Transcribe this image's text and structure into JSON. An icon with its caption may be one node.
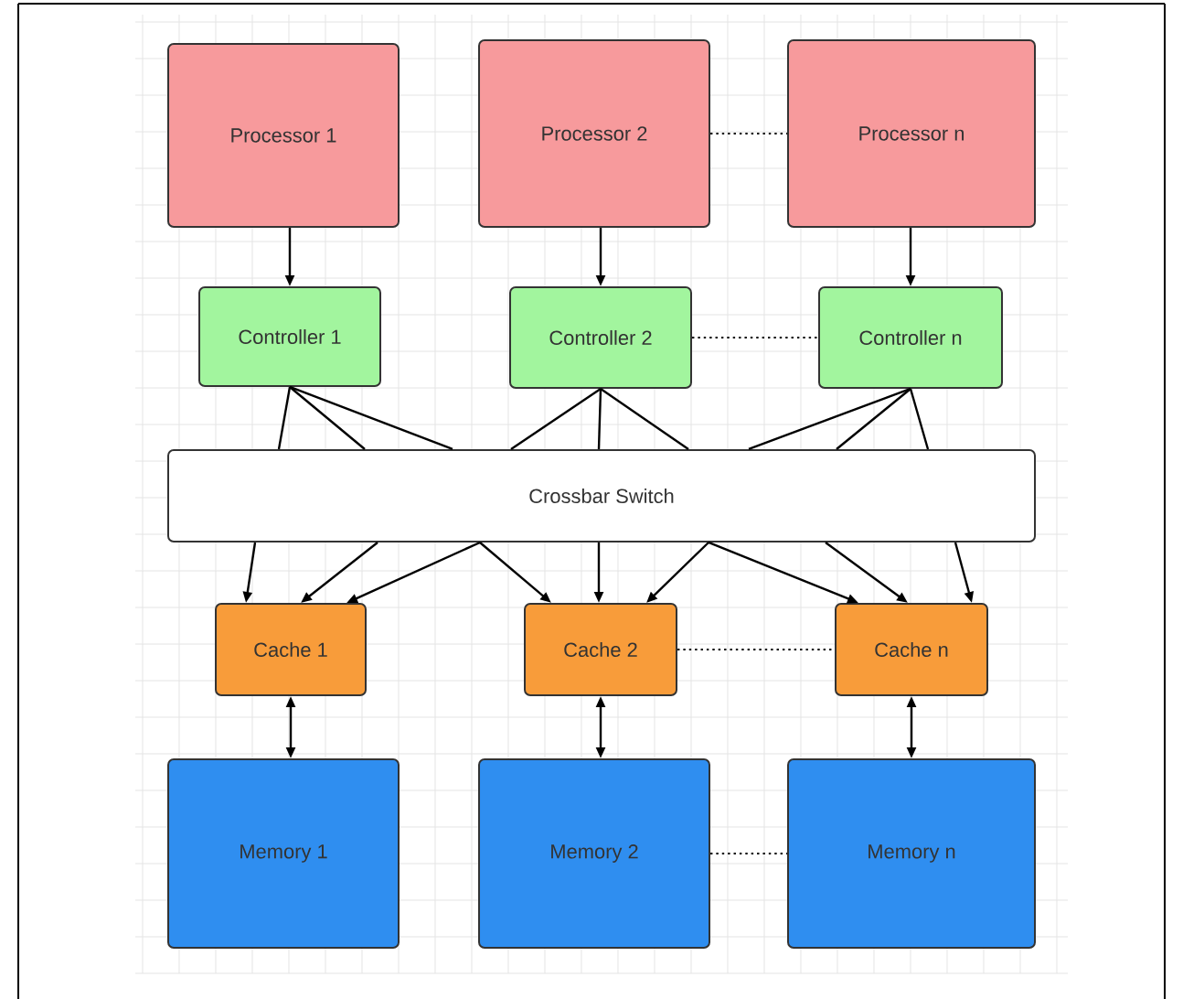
{
  "diagram": {
    "nodes": [
      {
        "text": [
          "Processor 1"
        ]
      },
      {
        "text": [
          "Processor 2"
        ]
      },
      {
        "text": [
          "Processor n"
        ]
      },
      {
        "text": [
          "Controller 1"
        ]
      },
      {
        "text": [
          "Controller 2"
        ]
      },
      {
        "text": [
          "Controller n"
        ]
      },
      {
        "text": [
          "Crossbar Switch"
        ]
      },
      {
        "text": [
          "Cache 1"
        ]
      },
      {
        "text": [
          "Cache 2"
        ]
      },
      {
        "text": [
          "Cache n"
        ]
      },
      {
        "text": [
          "Memory 1"
        ]
      },
      {
        "text": [
          "Memory 2"
        ]
      },
      {
        "text": [
          "Memory n"
        ]
      }
    ],
    "edges": [
      {
        "from": 0,
        "to": 3,
        "arrow": "to"
      },
      {
        "from": 1,
        "to": 4,
        "arrow": "to"
      },
      {
        "from": 2,
        "to": 5,
        "arrow": "to"
      },
      {
        "from": 3,
        "to": 6,
        "arrow": "none"
      },
      {
        "from": 3,
        "to": 6,
        "arrow": "none"
      },
      {
        "from": 3,
        "to": 6,
        "arrow": "none"
      },
      {
        "from": 4,
        "to": 6,
        "arrow": "none"
      },
      {
        "from": 4,
        "to": 6,
        "arrow": "none"
      },
      {
        "from": 4,
        "to": 6,
        "arrow": "none"
      },
      {
        "from": 5,
        "to": 6,
        "arrow": "none"
      },
      {
        "from": 5,
        "to": 6,
        "arrow": "none"
      },
      {
        "from": 5,
        "to": 6,
        "arrow": "none"
      },
      {
        "from": 6,
        "to": 7,
        "arrow": "to"
      },
      {
        "from": 6,
        "to": 7,
        "arrow": "to"
      },
      {
        "from": 6,
        "to": 7,
        "arrow": "to"
      },
      {
        "from": 6,
        "to": 8,
        "arrow": "to"
      },
      {
        "from": 6,
        "to": 8,
        "arrow": "to"
      },
      {
        "from": 6,
        "to": 8,
        "arrow": "to"
      },
      {
        "from": 6,
        "to": 9,
        "arrow": "to"
      },
      {
        "from": 6,
        "to": 9,
        "arrow": "to"
      },
      {
        "from": 6,
        "to": 9,
        "arrow": "to"
      },
      {
        "from": 7,
        "to": 10,
        "arrow": "both"
      },
      {
        "from": 8,
        "to": 11,
        "arrow": "both"
      },
      {
        "from": 9,
        "to": 12,
        "arrow": "both"
      },
      {
        "from": 1,
        "to": 2,
        "arrow": "none",
        "style": "dashed"
      },
      {
        "from": 4,
        "to": 5,
        "arrow": "none",
        "style": "dashed"
      },
      {
        "from": 8,
        "to": 9,
        "arrow": "none",
        "style": "dashed"
      },
      {
        "from": 11,
        "to": 12,
        "arrow": "none",
        "style": "dashed"
      }
    ]
  }
}
